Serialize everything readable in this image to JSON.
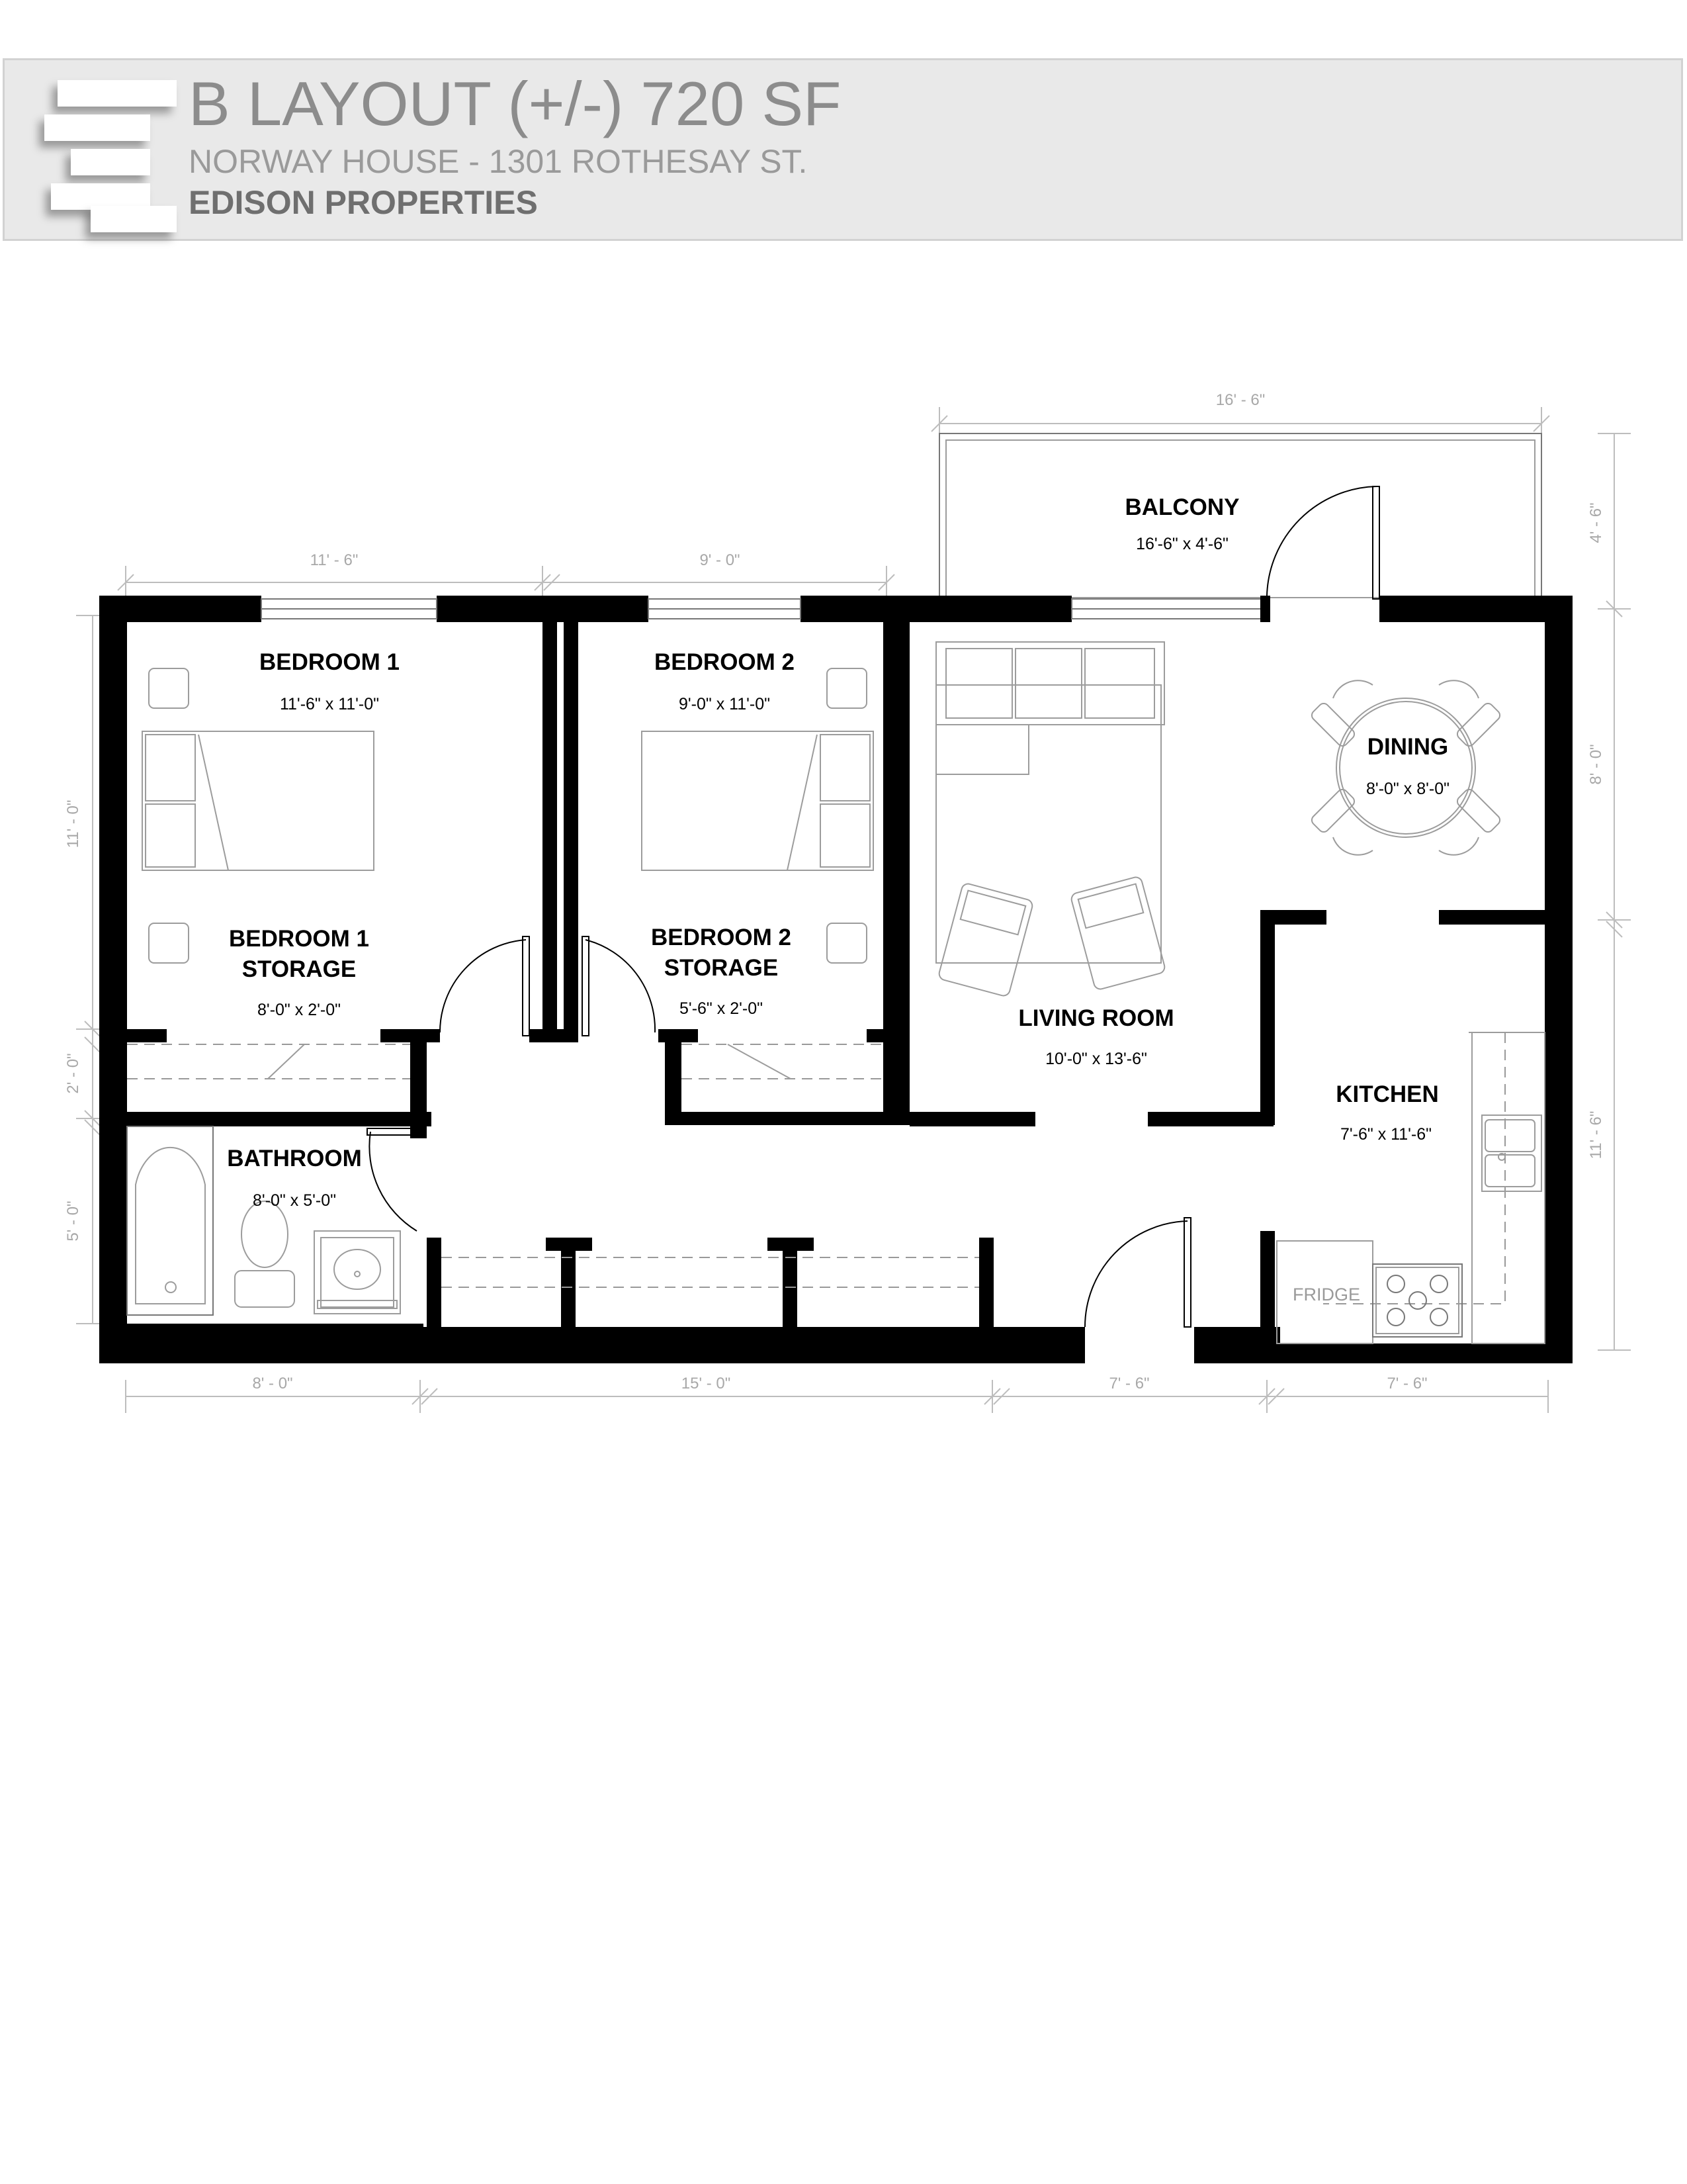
{
  "header": {
    "title": "B LAYOUT (+/-) 720 SF",
    "subtitle": "NORWAY HOUSE - 1301 ROTHESAY ST.",
    "company": "EDISON PROPERTIES"
  },
  "rooms": {
    "bedroom1": {
      "name": "BEDROOM 1",
      "dims": "11'-6\" x 11'-0\""
    },
    "bedroom2": {
      "name": "BEDROOM 2",
      "dims": "9'-0\" x 11'-0\""
    },
    "bedroom1_storage": {
      "name_line1": "BEDROOM 1",
      "name_line2": "STORAGE",
      "dims": "8'-0\" x 2'-0\""
    },
    "bedroom2_storage": {
      "name_line1": "BEDROOM 2",
      "name_line2": "STORAGE",
      "dims": "5'-6\" x 2'-0\""
    },
    "bathroom": {
      "name": "BATHROOM",
      "dims": "8'-0\" x 5'-0\""
    },
    "balcony": {
      "name": "BALCONY",
      "dims": "16'-6\" x 4'-6\""
    },
    "dining": {
      "name": "DINING",
      "dims": "8'-0\" x 8'-0\""
    },
    "living_room": {
      "name": "LIVING ROOM",
      "dims": "10'-0\" x 13'-6\""
    },
    "kitchen": {
      "name": "KITCHEN",
      "dims": "7'-6\" x 11'-6\""
    }
  },
  "appliances": {
    "fridge": "FRIDGE"
  },
  "dimensions": {
    "top_balcony": "16' - 6\"",
    "top_bedroom1": "11' - 6\"",
    "top_bedroom2": "9' - 0\"",
    "left_bedroom": "11' - 0\"",
    "left_storage": "2' - 0\"",
    "left_bathroom": "5' - 0\"",
    "right_balcony": "4' - 6\"",
    "right_dining": "8' - 0\"",
    "right_kitchen": "11' - 6\"",
    "bottom_bathroom": "8' - 0\"",
    "bottom_hall": "15' - 0\"",
    "bottom_entry": "7' - 6\"",
    "bottom_kitchen": "7' - 6\""
  }
}
